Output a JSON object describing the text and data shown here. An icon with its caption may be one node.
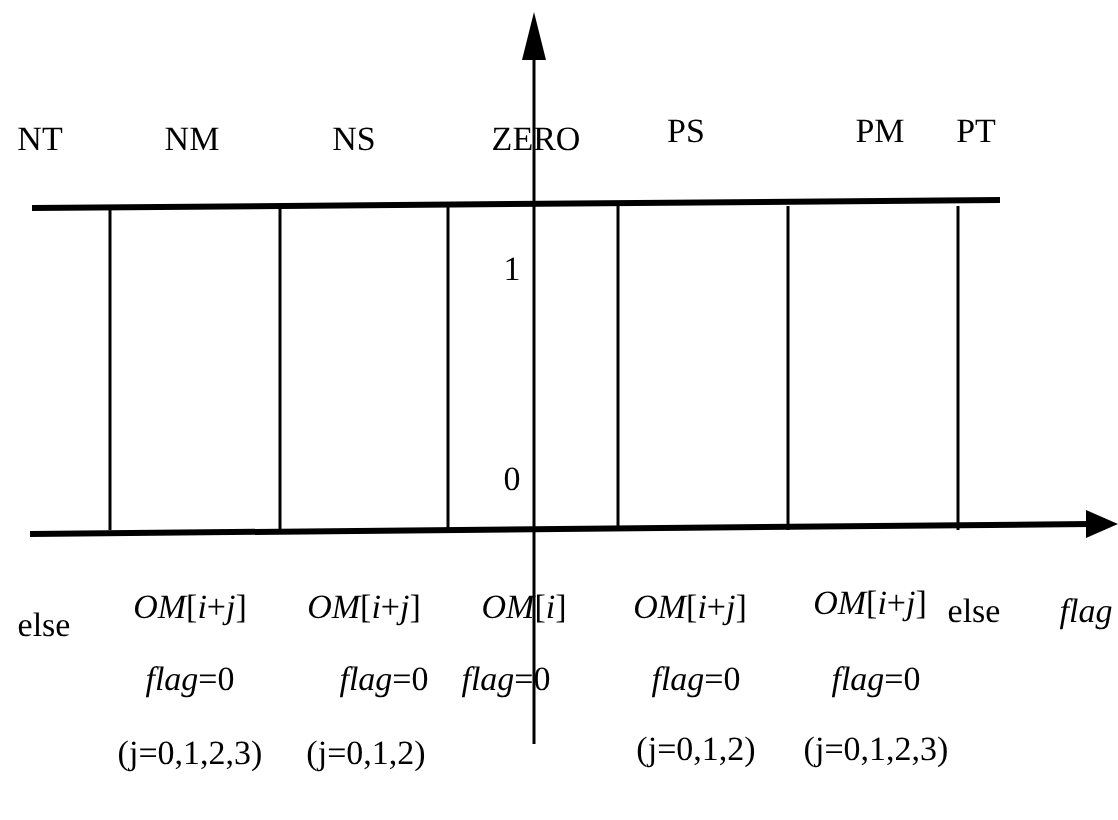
{
  "diagram": {
    "labels": [
      "NT",
      "NM",
      "NS",
      "ZERO",
      "PS",
      "PM",
      "PT",
      "1",
      "0",
      "else",
      "*OM*[*i*+*j*]",
      "*OM*[*i*+*j*]",
      "*OM*[*i*]",
      "*OM*[*i*+*j*]",
      "*OM*[*i*+*j*]",
      "else",
      "*flag*",
      "*flag*=0",
      "*flag*=0",
      "*flag*=0",
      "*flag*=0",
      "*flag*=0",
      "(j=0,1,2,3)",
      "(j=0,1,2)",
      "(j=0,1,2)",
      "(j=0,1,2,3)"
    ]
  }
}
